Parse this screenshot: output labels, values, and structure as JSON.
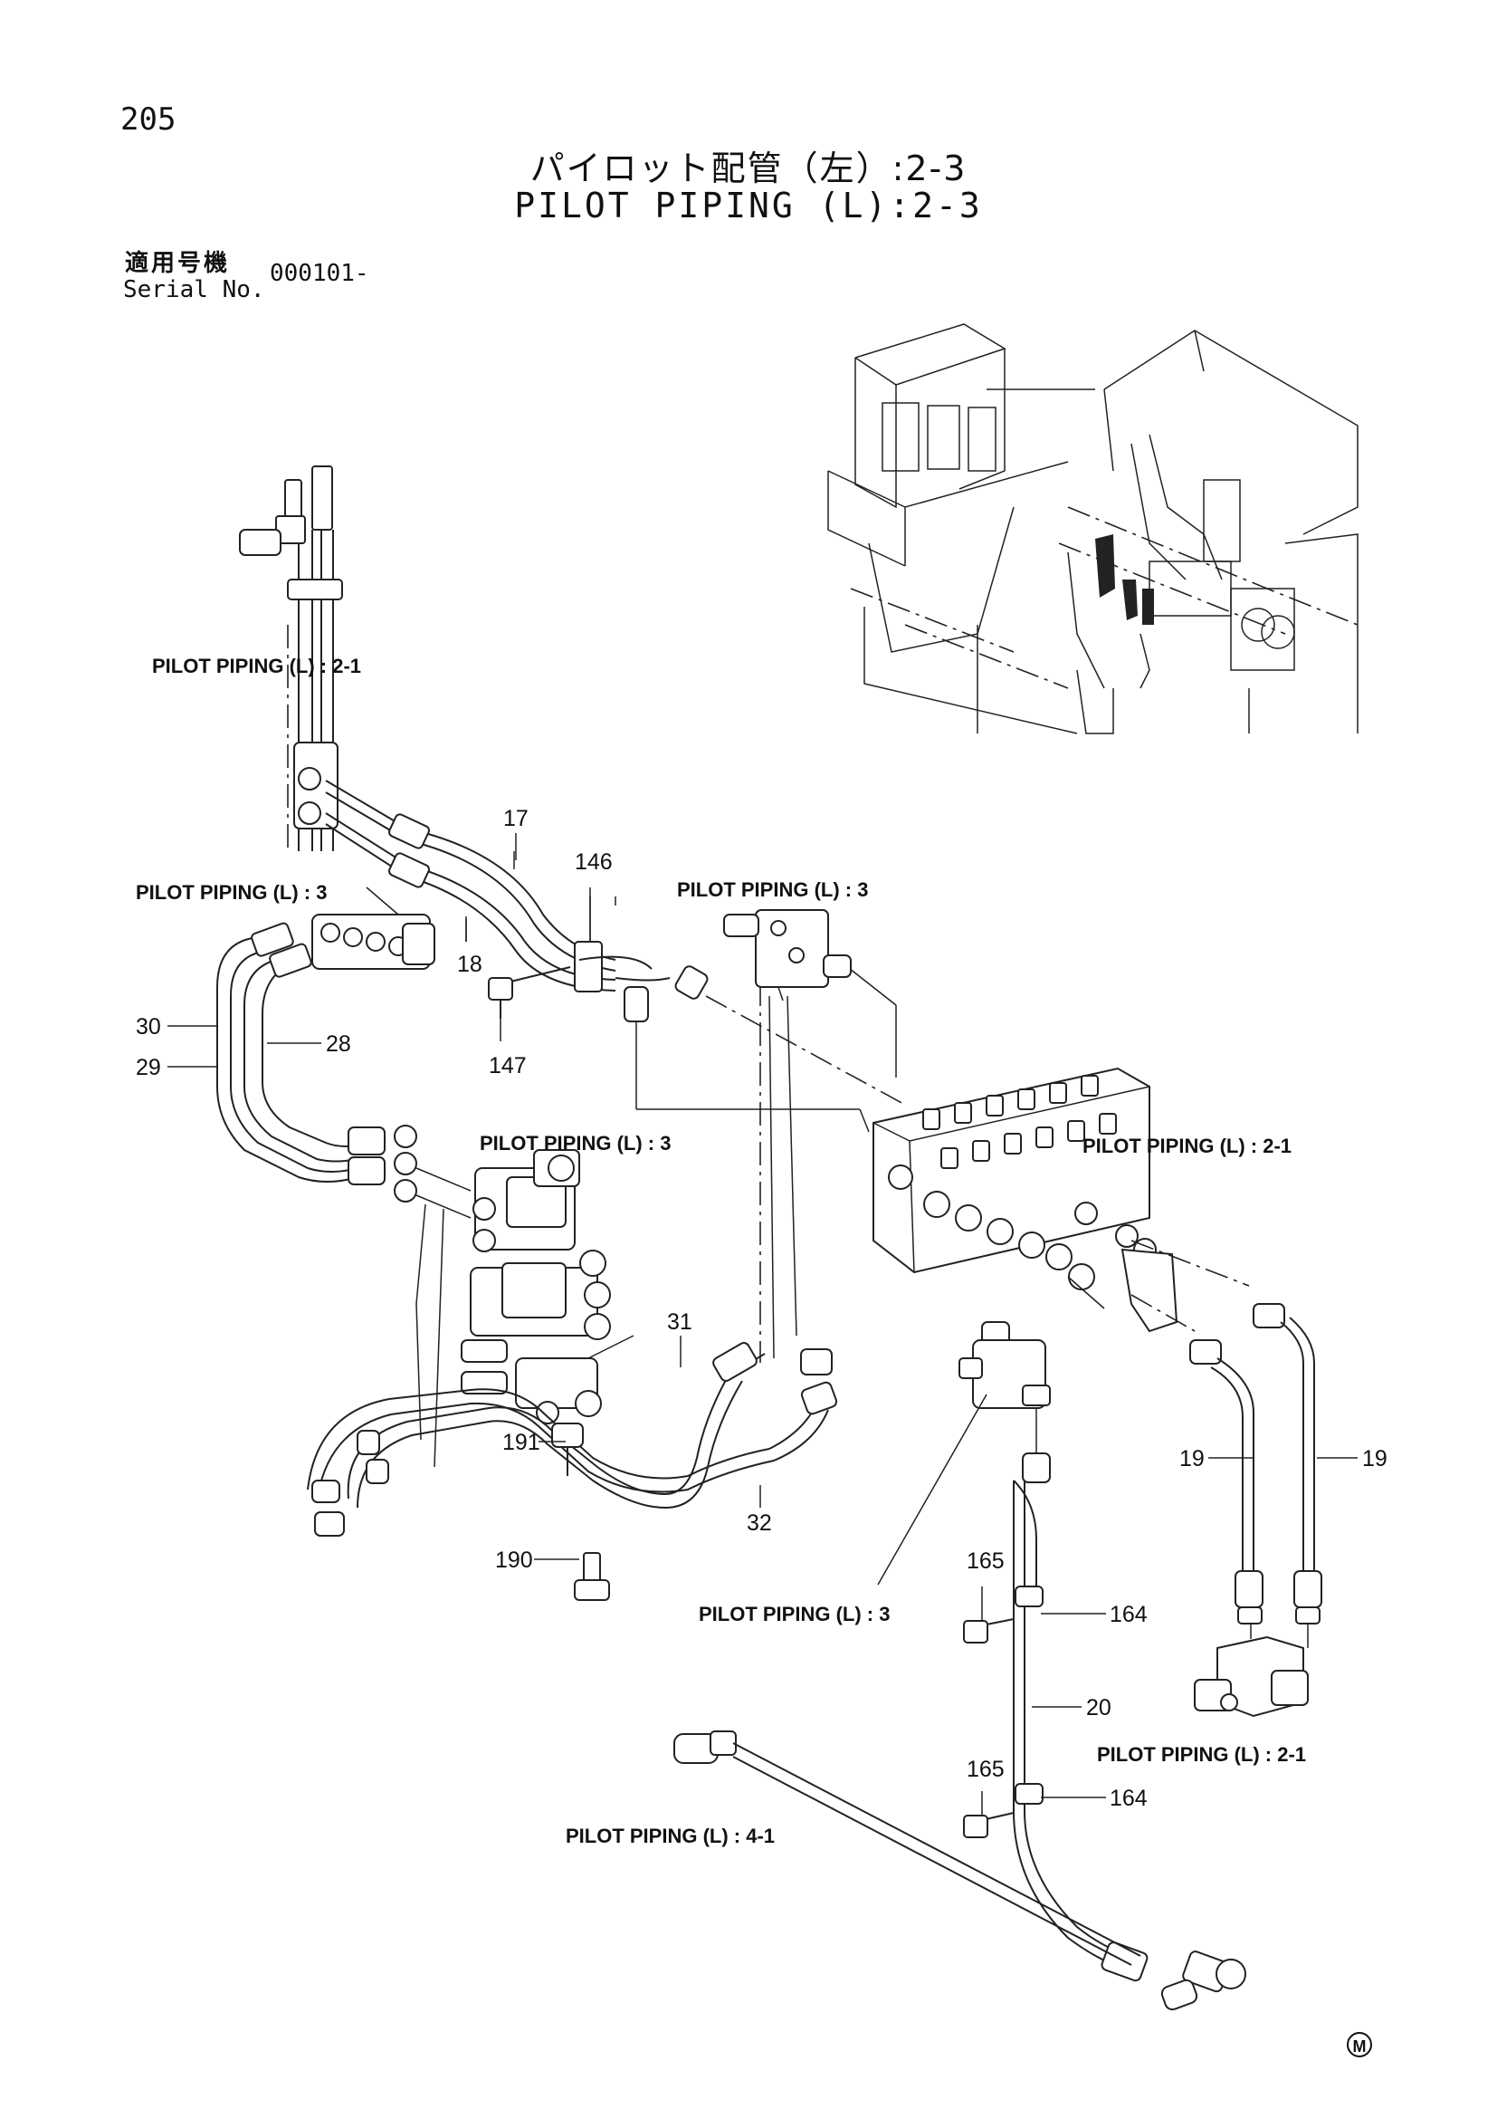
{
  "header": {
    "page_number": "205",
    "title_jp": "パイロット配管（左）:2-3",
    "title_en": "PILOT PIPING (L):2-3",
    "serial_label_jp": "適用号機",
    "serial_label_en": "Serial No.",
    "serial_value": "000101-"
  },
  "references": {
    "pp_2_1_top": "PILOT PIPING (L) : 2-1",
    "pp_3_left": "PILOT PIPING (L) : 3",
    "pp_3_top_center": "PILOT PIPING (L) : 3",
    "pp_3_center": "PILOT PIPING (L) : 3",
    "pp_2_1_right": "PILOT PIPING (L) : 2-1",
    "pp_3_bottom": "PILOT PIPING (L) : 3",
    "pp_2_1_bottom_right": "PILOT PIPING (L) : 2-1",
    "pp_4_1": "PILOT PIPING (L) : 4-1"
  },
  "part_numbers": {
    "p17": "17",
    "p146": "146",
    "p18": "18",
    "p147": "147",
    "p30": "30",
    "p29": "29",
    "p28": "28",
    "p31": "31",
    "p191": "191",
    "p32": "32",
    "p190": "190",
    "p19_left": "19",
    "p19_right": "19",
    "p165_top": "165",
    "p164_top": "164",
    "p20": "20",
    "p165_bottom": "165",
    "p164_bottom": "164"
  },
  "footer": {
    "mark": "M"
  }
}
